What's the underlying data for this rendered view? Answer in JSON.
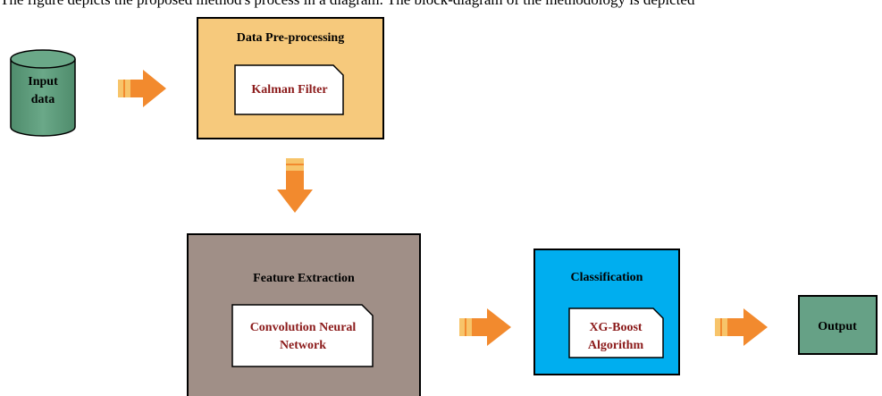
{
  "caption_fragment": "The figure depicts the proposed method's process in a diagram. The block-diagram of the methodology is depicted",
  "nodes": {
    "input": {
      "line1": "Input",
      "line2": "data"
    },
    "preprocessing": {
      "title": "Data Pre-processing",
      "inner": "Kalman Filter"
    },
    "feature_extraction": {
      "title": "Feature Extraction",
      "inner_line1": "Convolution Neural",
      "inner_line2": "Network"
    },
    "classification": {
      "title": "Classification",
      "inner_line1": "XG-Boost",
      "inner_line2": "Algorithm"
    },
    "output": {
      "label": "Output"
    }
  },
  "colors": {
    "cylinder": "#5f9e7e",
    "preprocessing_fill": "#f6c97c",
    "feature_fill": "#a08f87",
    "classification_fill": "#00aeef",
    "output_fill": "#66a186",
    "arrow_fill": "#f28a2e",
    "arrow_stripe": "#f7c46a",
    "inner_text": "#8b1a1a"
  }
}
